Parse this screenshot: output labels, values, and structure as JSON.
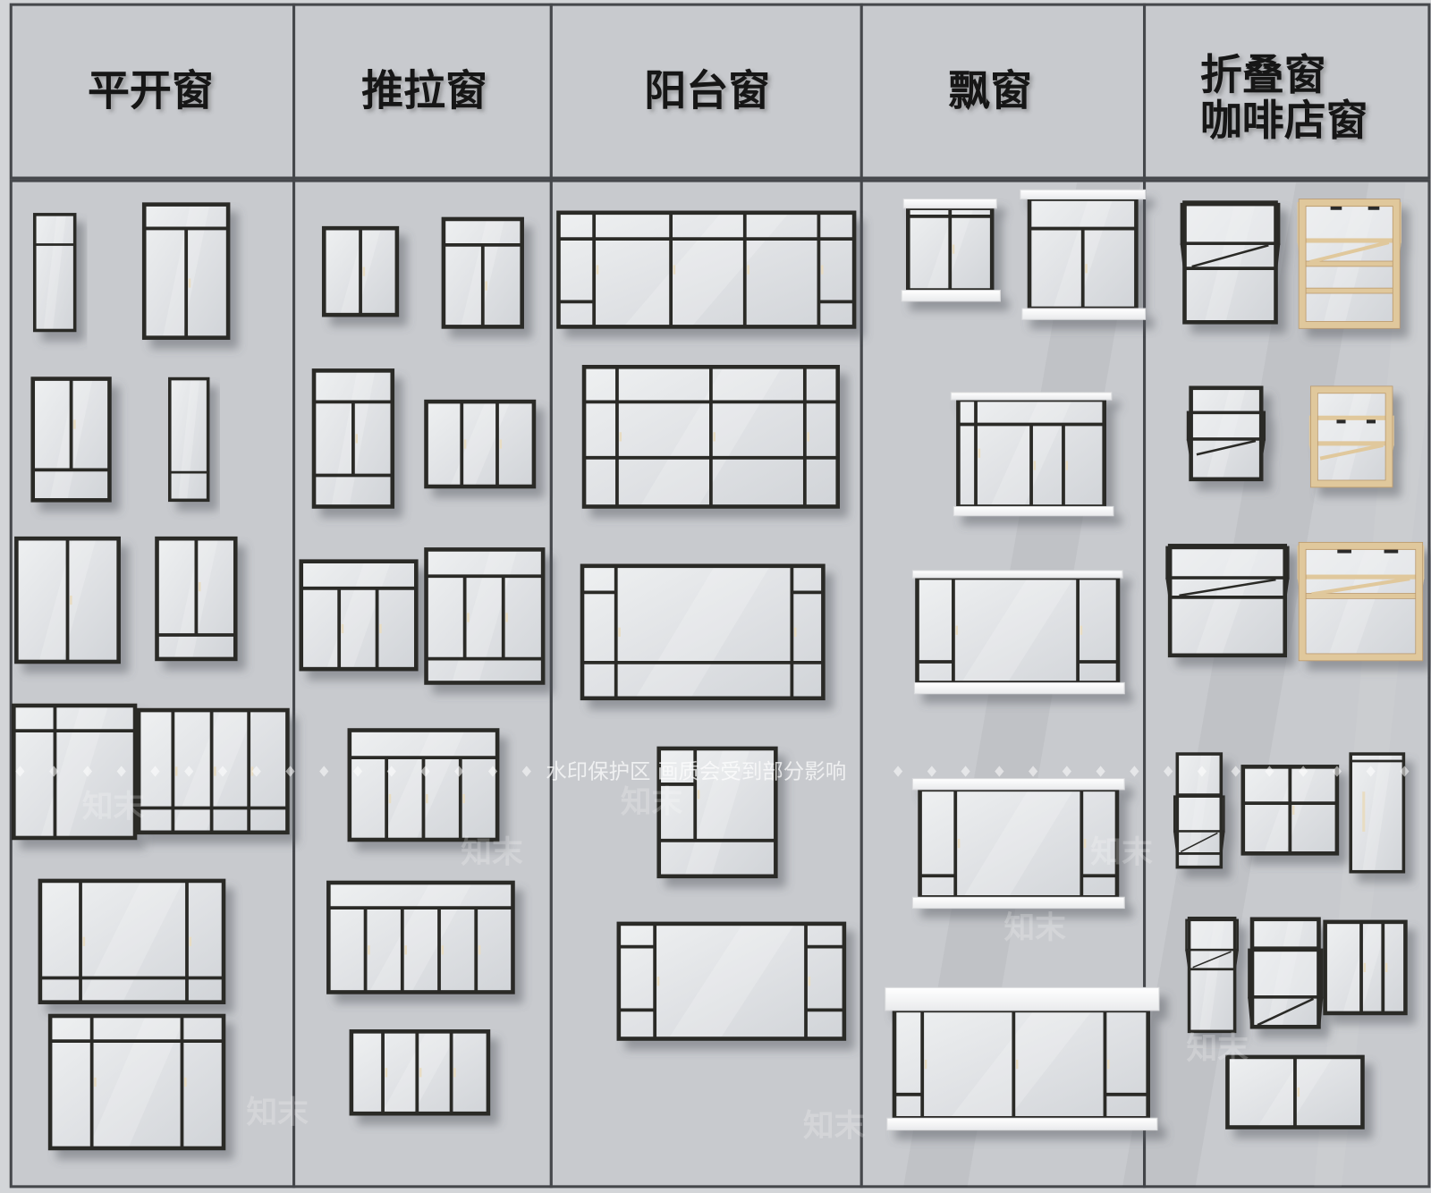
{
  "columns": [
    {
      "title": "平开窗"
    },
    {
      "title": "推拉窗"
    },
    {
      "title": "阳台窗"
    },
    {
      "title": "飘窗"
    },
    {
      "title_lines": [
        "折叠窗",
        "咖啡店窗"
      ]
    }
  ],
  "watermark": {
    "notice": "水印保护区 画质会受到部分影响",
    "brand": "知末"
  },
  "colors": {
    "wall": "#d3d5d8",
    "panel": "#c8cace",
    "panel_border": "#45474b",
    "frame": "#2a2928",
    "wood": "#e0c89c",
    "wood_edge": "#b8966a",
    "sill": "#f6f6f6",
    "glass": "#e4e6e8",
    "handle": "#e8dcc2",
    "header_text": "#161616"
  }
}
